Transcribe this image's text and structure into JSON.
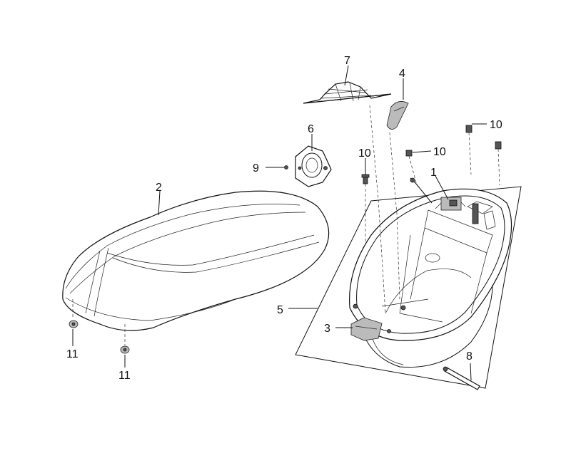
{
  "callouts": [
    {
      "id": "c1",
      "text": "1"
    },
    {
      "id": "c2",
      "text": "2"
    },
    {
      "id": "c3",
      "text": "3"
    },
    {
      "id": "c4",
      "text": "4"
    },
    {
      "id": "c5",
      "text": "5"
    },
    {
      "id": "c6",
      "text": "6"
    },
    {
      "id": "c7",
      "text": "7"
    },
    {
      "id": "c8",
      "text": "8"
    },
    {
      "id": "c9",
      "text": "9"
    },
    {
      "id": "c10a",
      "text": "10"
    },
    {
      "id": "c10b",
      "text": "10"
    },
    {
      "id": "c10c",
      "text": "10"
    },
    {
      "id": "c11a",
      "text": "11"
    },
    {
      "id": "c11b",
      "text": "11"
    }
  ]
}
